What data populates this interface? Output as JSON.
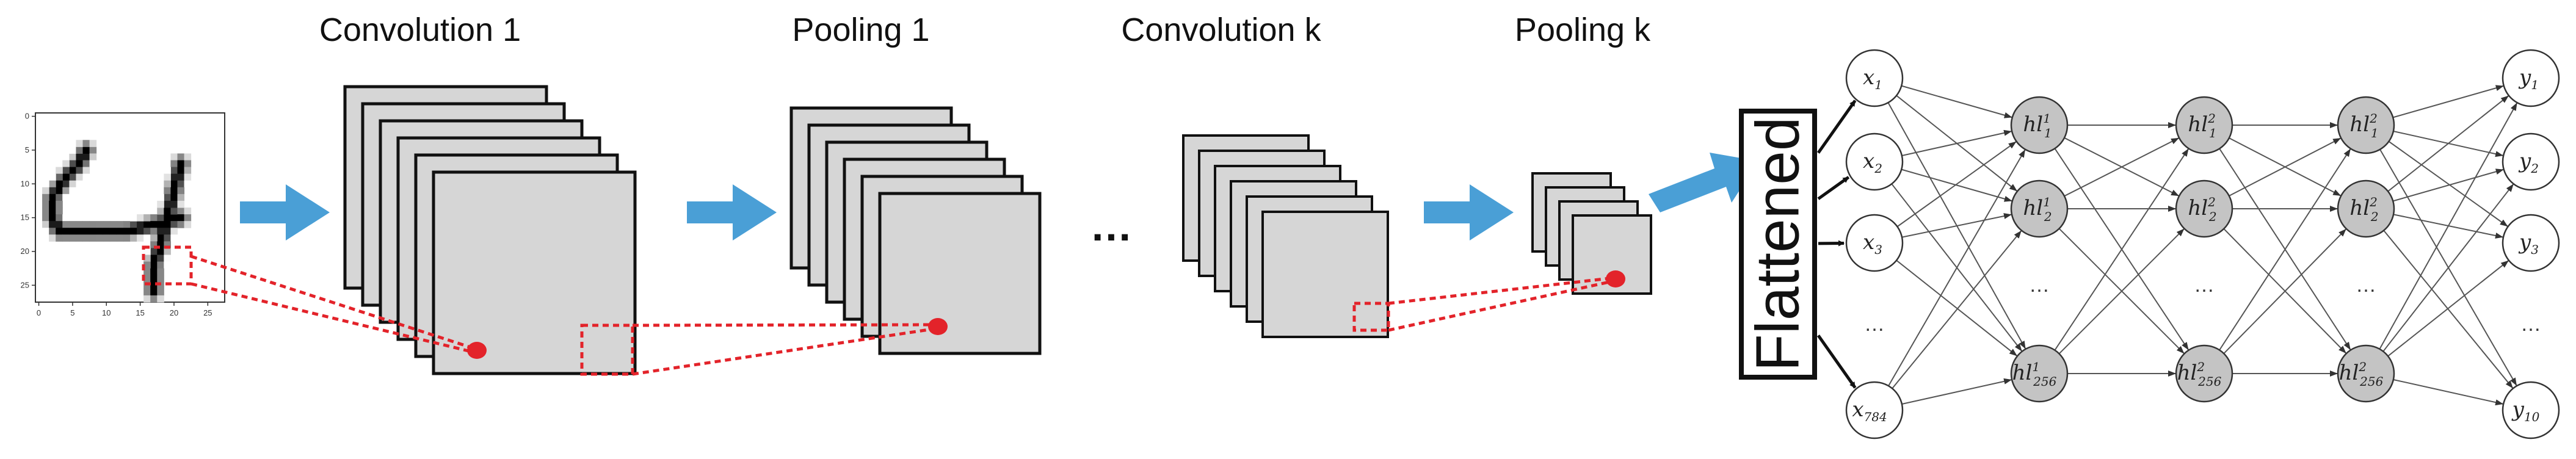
{
  "stages": [
    {
      "id": "conv1",
      "title": "Convolution 1"
    },
    {
      "id": "pool1",
      "title": "Pooling 1"
    },
    {
      "id": "convk",
      "title": "Convolution k"
    },
    {
      "id": "poolk",
      "title": "Pooling k"
    }
  ],
  "ellipsis": "…",
  "flattened_label": "Flattened",
  "input_plot": {
    "x_ticks": [
      "0",
      "5",
      "10",
      "15",
      "20",
      "25"
    ],
    "y_ticks": [
      "0",
      "5",
      "10",
      "15",
      "20",
      "25"
    ]
  },
  "network": {
    "input_nodes": [
      {
        "base": "x",
        "sub": "1",
        "sup": ""
      },
      {
        "base": "x",
        "sub": "2",
        "sup": ""
      },
      {
        "base": "x",
        "sub": "3",
        "sup": ""
      },
      {
        "base": "",
        "sub": "",
        "sup": "",
        "ellipsis": "…"
      },
      {
        "base": "x",
        "sub": "784",
        "sup": ""
      }
    ],
    "hidden_layers": [
      {
        "nodes": [
          {
            "base": "hl",
            "sub": "1",
            "sup": "1"
          },
          {
            "base": "hl",
            "sub": "2",
            "sup": "1"
          },
          {
            "base": "",
            "sub": "",
            "sup": "",
            "ellipsis": "…"
          },
          {
            "base": "hl",
            "sub": "256",
            "sup": "1"
          }
        ]
      },
      {
        "nodes": [
          {
            "base": "hl",
            "sub": "1",
            "sup": "2"
          },
          {
            "base": "hl",
            "sub": "2",
            "sup": "2"
          },
          {
            "base": "",
            "sub": "",
            "sup": "",
            "ellipsis": "…"
          },
          {
            "base": "hl",
            "sub": "256",
            "sup": "2"
          }
        ]
      },
      {
        "nodes": [
          {
            "base": "hl",
            "sub": "1",
            "sup": "2"
          },
          {
            "base": "hl",
            "sub": "2",
            "sup": "2"
          },
          {
            "base": "",
            "sub": "",
            "sup": "",
            "ellipsis": "…"
          },
          {
            "base": "hl",
            "sub": "256",
            "sup": "2"
          }
        ]
      }
    ],
    "output_nodes": [
      {
        "base": "y",
        "sub": "1",
        "sup": ""
      },
      {
        "base": "y",
        "sub": "2",
        "sup": ""
      },
      {
        "base": "y",
        "sub": "3",
        "sup": ""
      },
      {
        "base": "",
        "sub": "",
        "sup": "",
        "ellipsis": "…"
      },
      {
        "base": "y",
        "sub": "10",
        "sup": ""
      }
    ]
  },
  "colors": {
    "arrow_blue": "#4a9fd6",
    "map_fill": "#d6d6d6",
    "hidden_fill": "#c4c4c4",
    "highlight_red": "#e3232a"
  }
}
